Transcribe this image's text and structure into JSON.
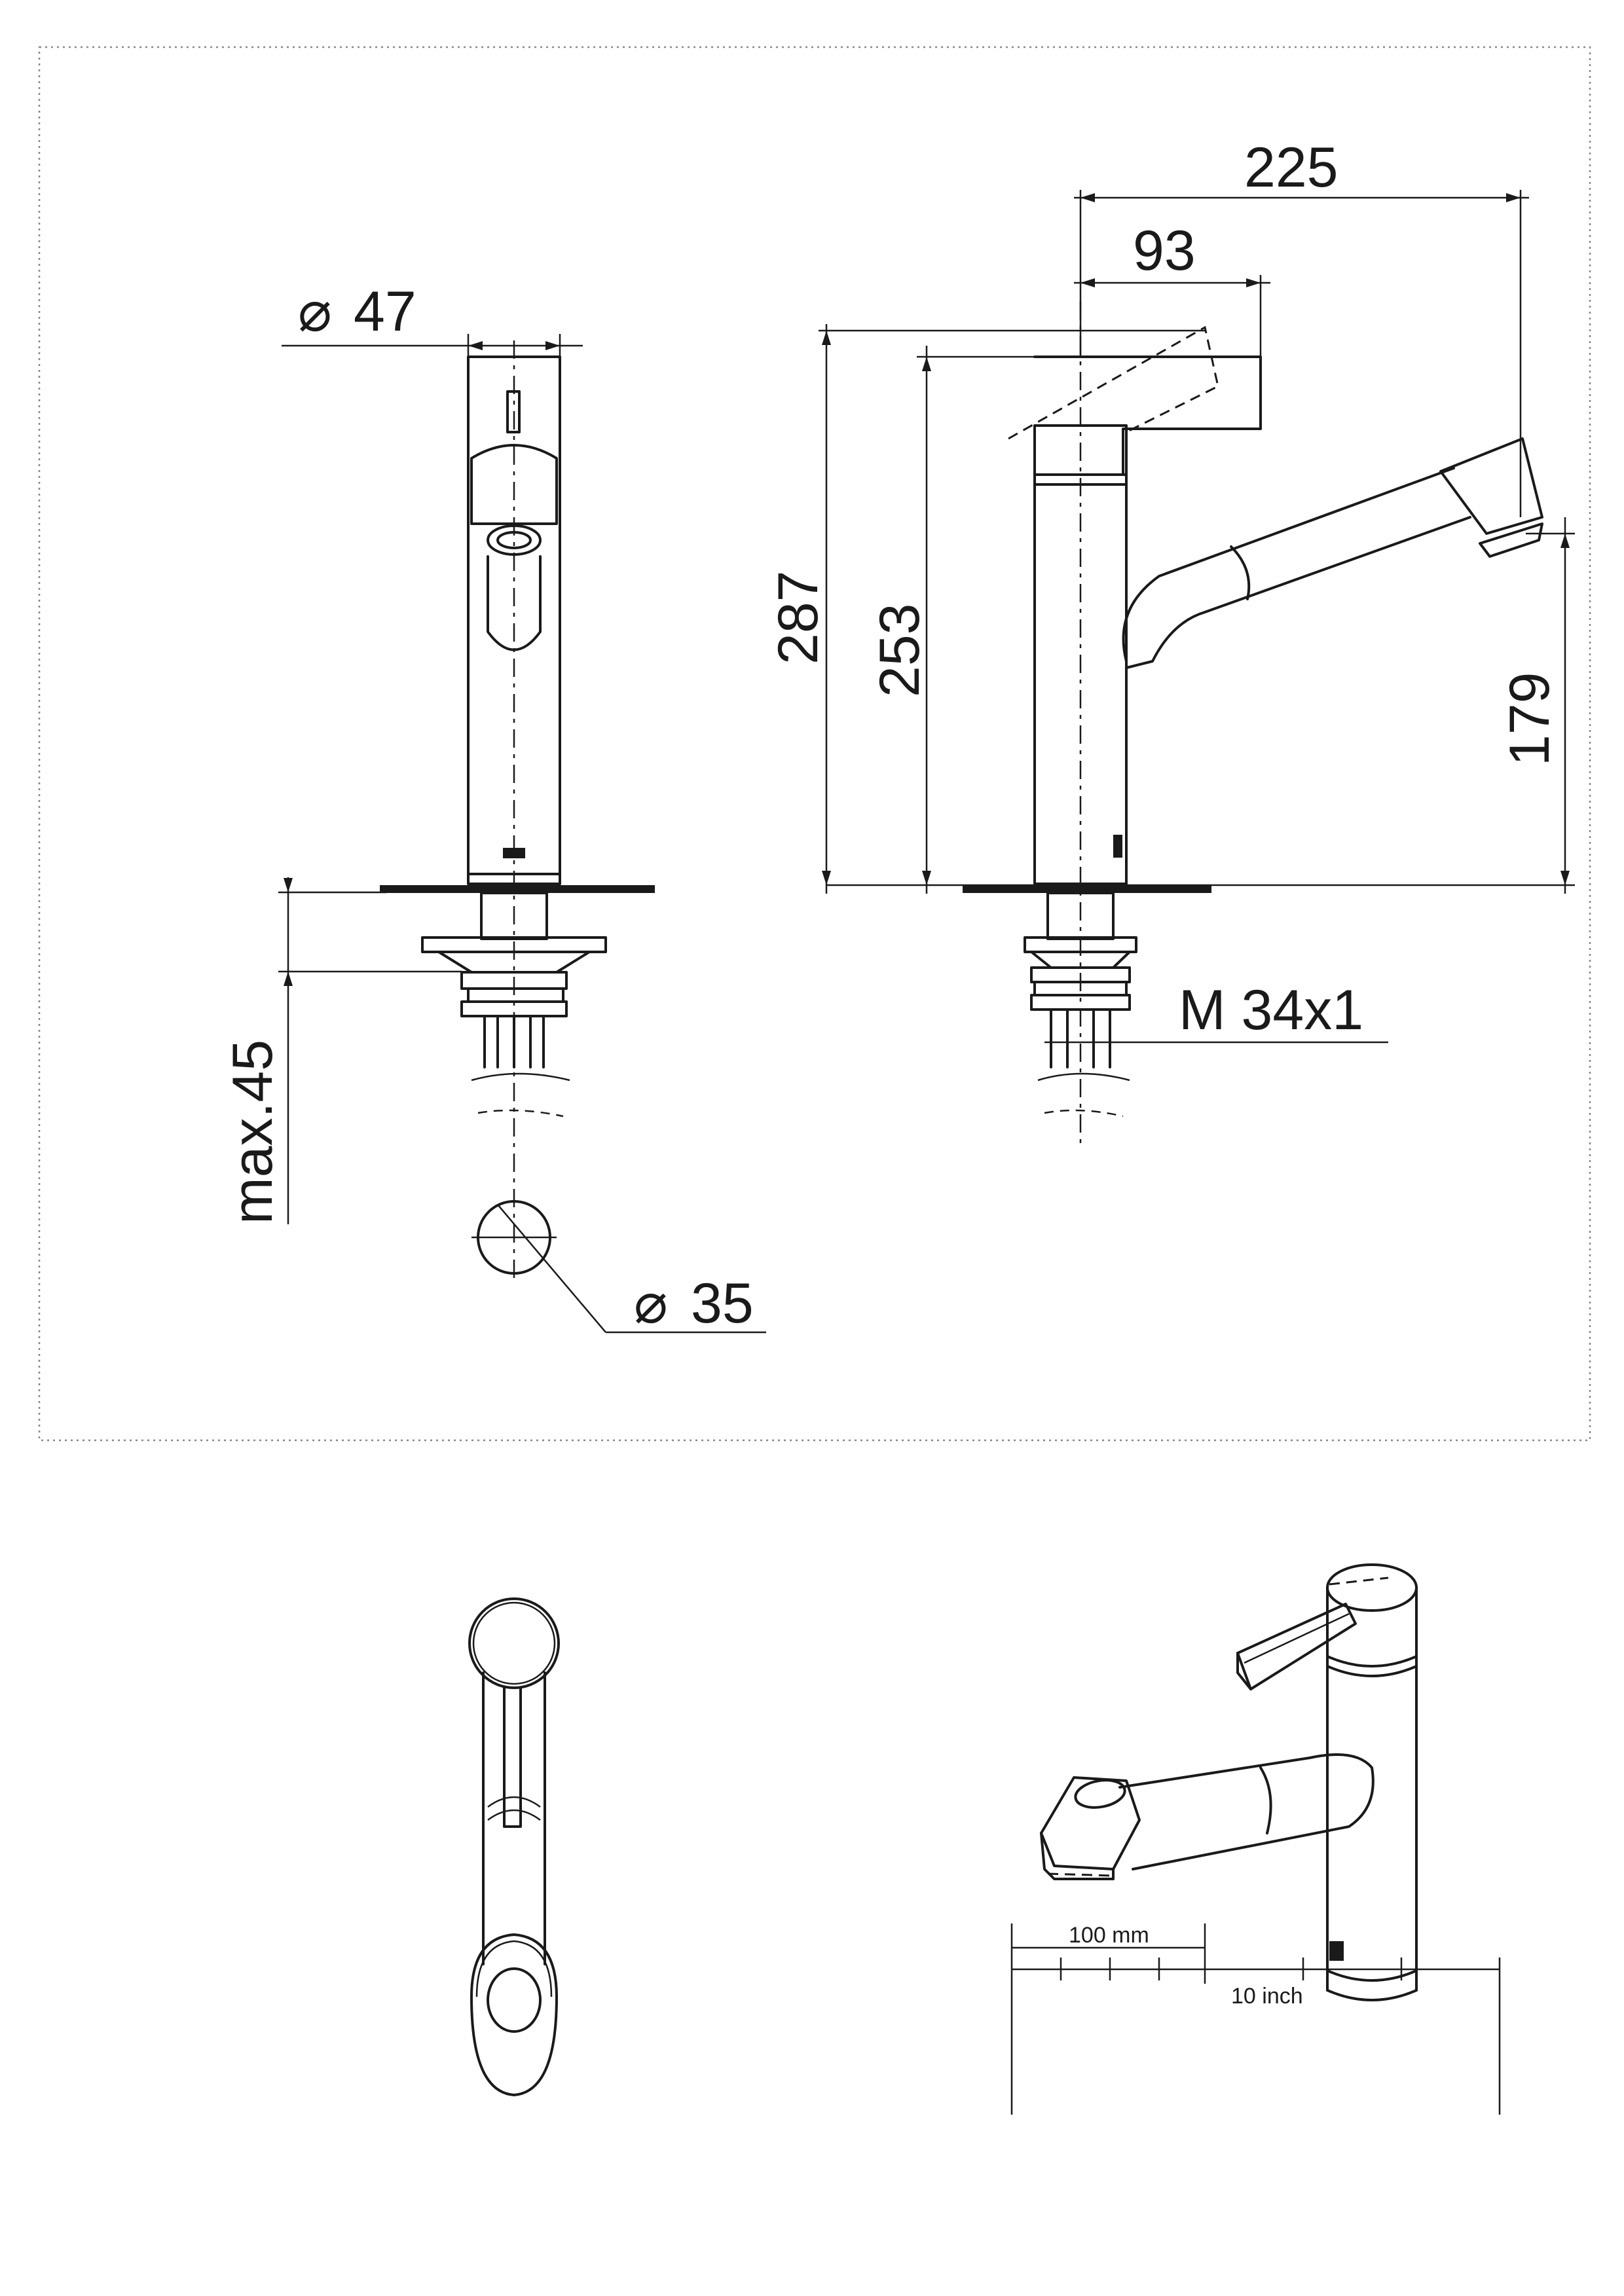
{
  "dimensions": {
    "diameter_top": "47",
    "diameter_hole": "35",
    "width_total": "225",
    "width_lever": "93",
    "height_total": "287",
    "height_body": "253",
    "height_spout": "179",
    "max_thickness": "max.45",
    "thread": "M 34x1"
  },
  "scale_bar": {
    "metric_label": "100 mm",
    "imperial_label": "10 inch"
  }
}
